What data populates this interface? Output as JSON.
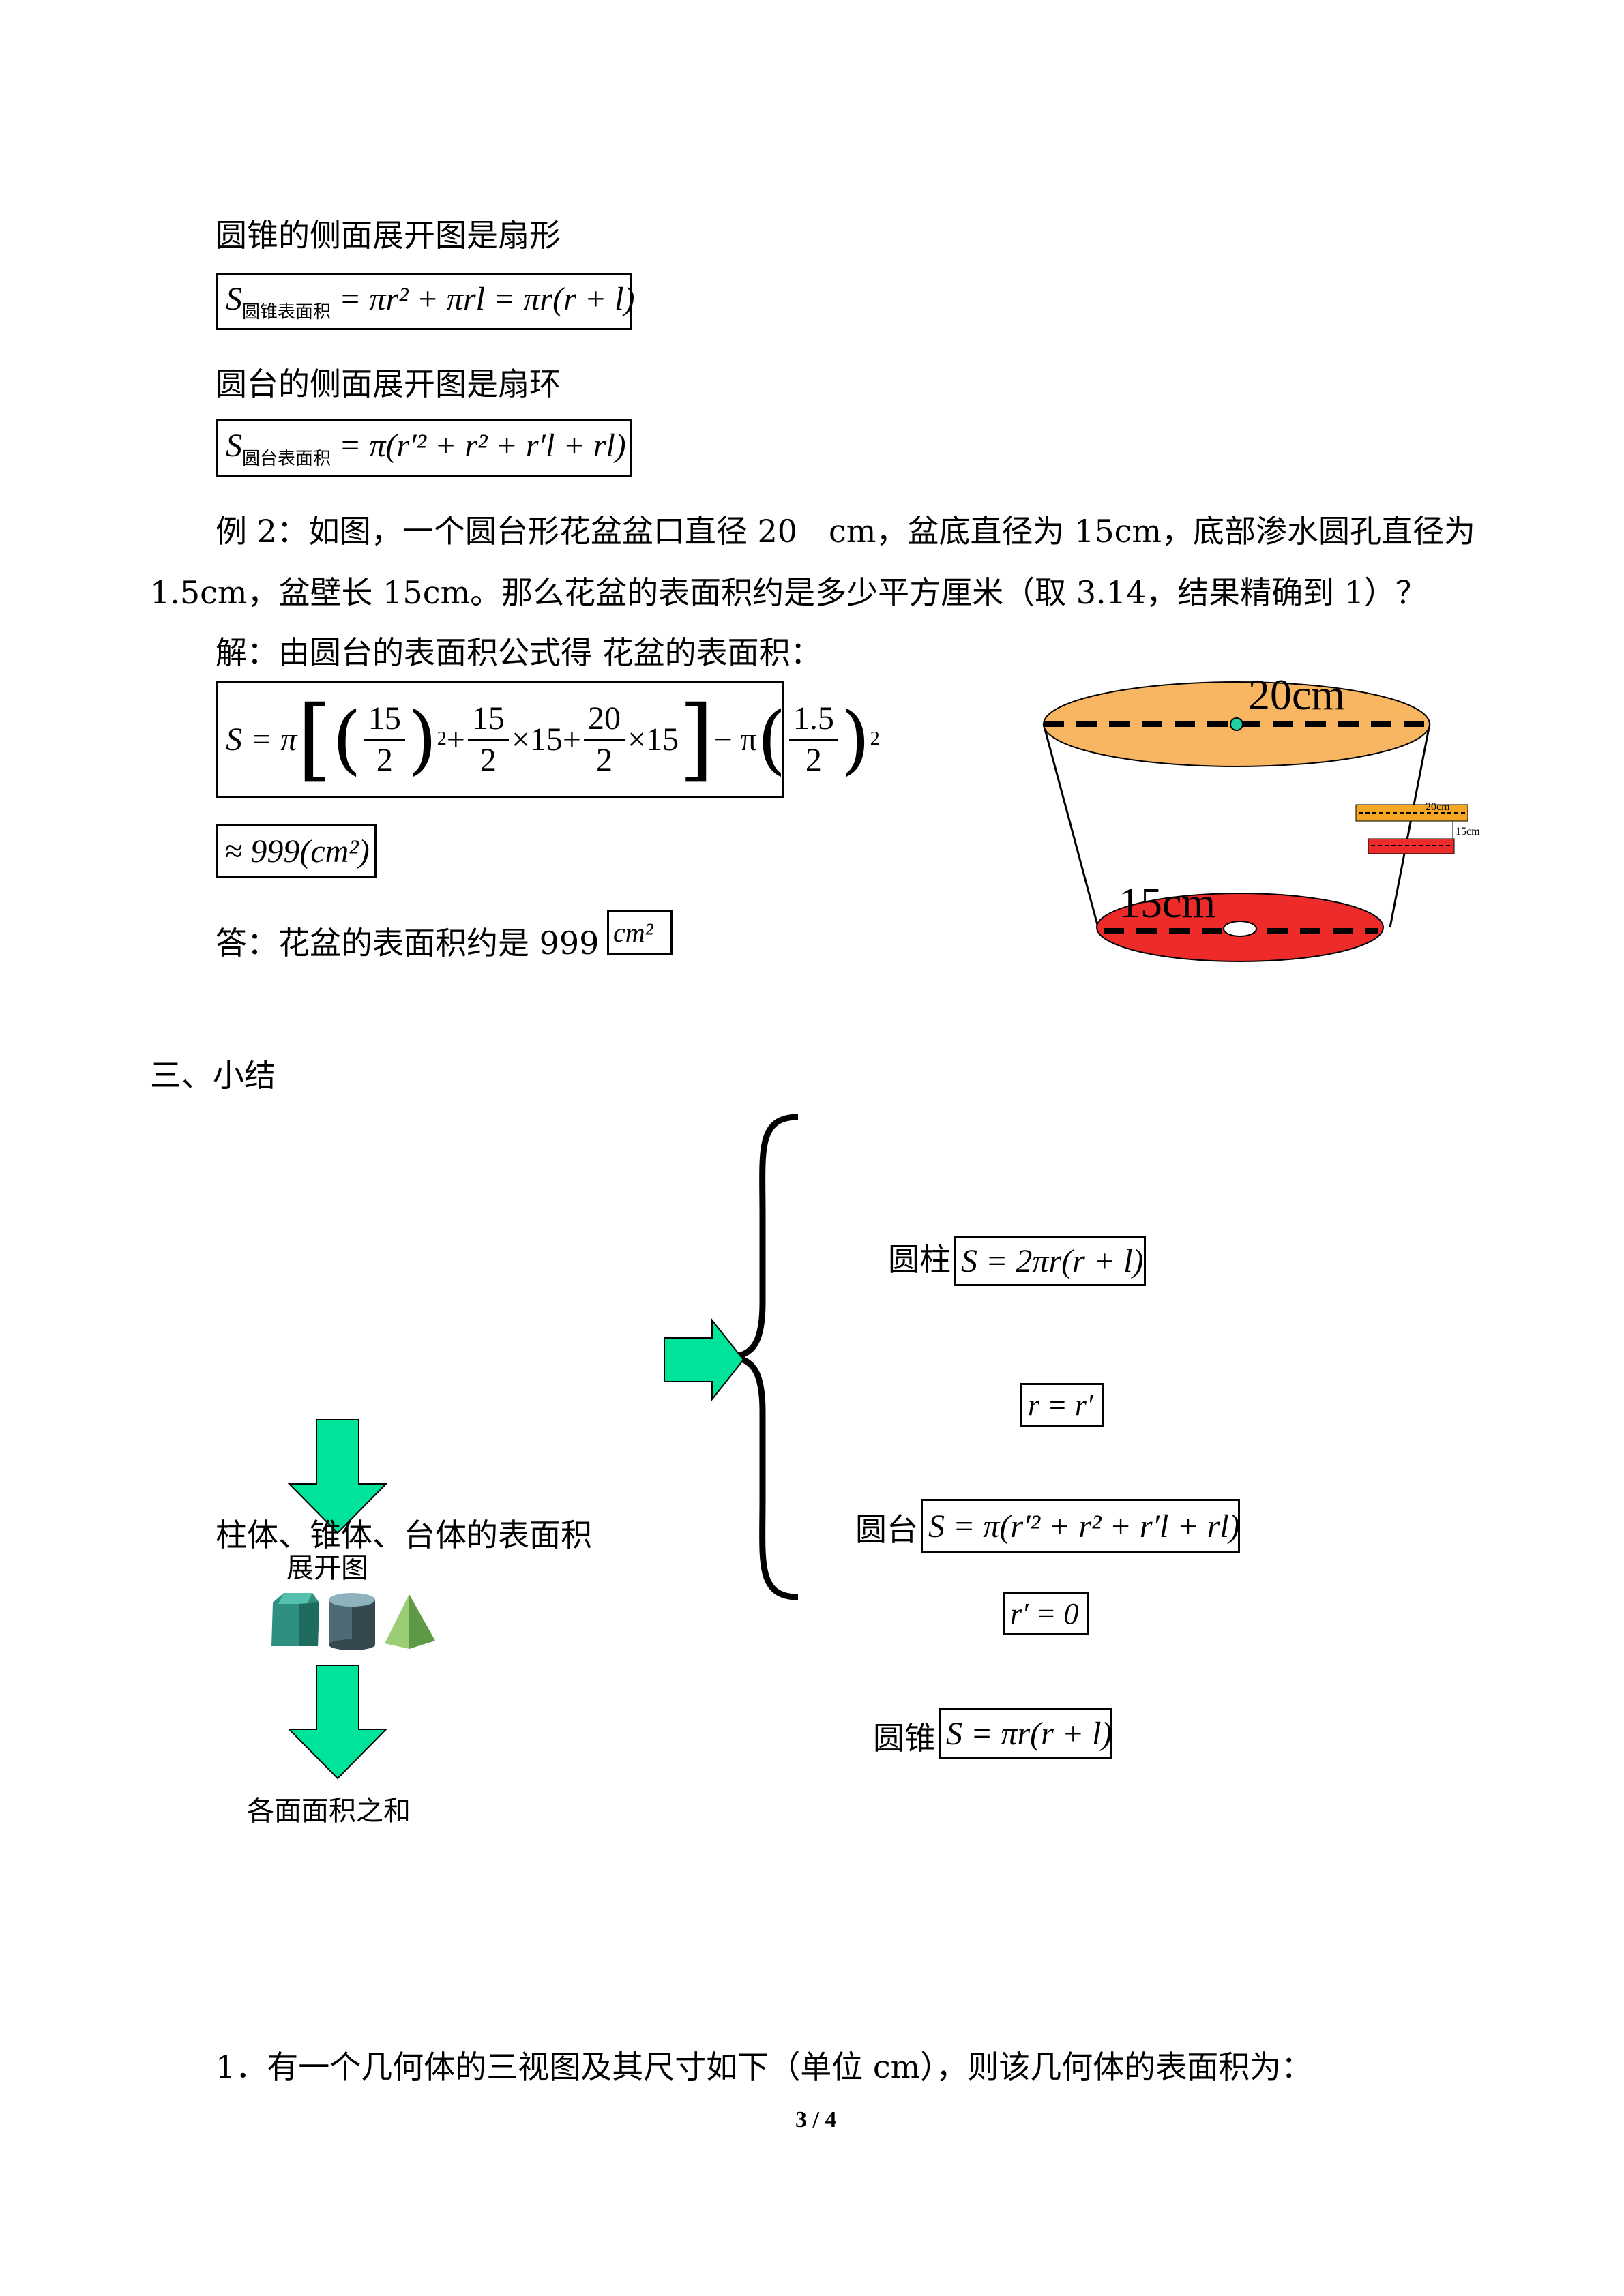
{
  "cone_heading": "圆锥的侧面展开图是扇形",
  "cone_formula": {
    "lhs": "S",
    "sub": "圆锥表面积",
    "rhs": "= πr² + πrl = πr(r + l)"
  },
  "frustum_heading": "圆台的侧面展开图是扇环",
  "frustum_formula": {
    "lhs": "S",
    "sub": "圆台表面积",
    "rhs": "= π(r′² + r² + r′l + rl)"
  },
  "example": {
    "line1": "例 2：如图，一个圆台形花盆盆口直径 20　cm，盆底直径为 15cm，底部渗水圆孔直径为",
    "line2": "1.5cm，盆壁长 15cm。那么花盆的表面积约是多少平方厘米（取 3.14，结果精确到 1）？",
    "solution_intro": "解：由圆台的表面积公式得  花盆的表面积：",
    "eq_start": "S = π",
    "num15a": "15",
    "den2a": "2",
    "plus": "+",
    "num15b": "15",
    "den2b": "2",
    "times15a": "×15+",
    "num20": "20",
    "den2c": "2",
    "times15b": "×15",
    "minus_pi": "− π",
    "num15c": "1.5",
    "den2d": "2",
    "sq": "2",
    "approx": "≈ 999(cm²)",
    "answer_text": "答：花盆的表面积约是 999",
    "answer_unit": "cm²"
  },
  "pot_figure": {
    "top_label": "20cm",
    "bottom_label": "15cm",
    "mini_top": "20cm",
    "mini_side": "15cm",
    "top_color": "#F8B562",
    "bottom_color": "#EE2B2B"
  },
  "summary": {
    "heading": "三、小结",
    "main_label": "柱体、锥体、台体的表面积",
    "unfold_label": "展开图",
    "sum_label": "各面面积之和",
    "cylinder_label": "圆柱",
    "cylinder_formula": "S = 2πr(r + l)",
    "cond1": "r = r′",
    "frustum_label": "圆台",
    "frustum_formula": "S = π(r′² + r² + r′l + rl)",
    "cond2": "r′ = 0",
    "cone_label": "圆锥",
    "cone_formula": "S = πr(r + l)",
    "arrow_color": "#00E39B"
  },
  "question1": "1．有一个几何体的三视图及其尺寸如下（单位 cm），则该几何体的表面积为：",
  "page_number": "3 / 4"
}
